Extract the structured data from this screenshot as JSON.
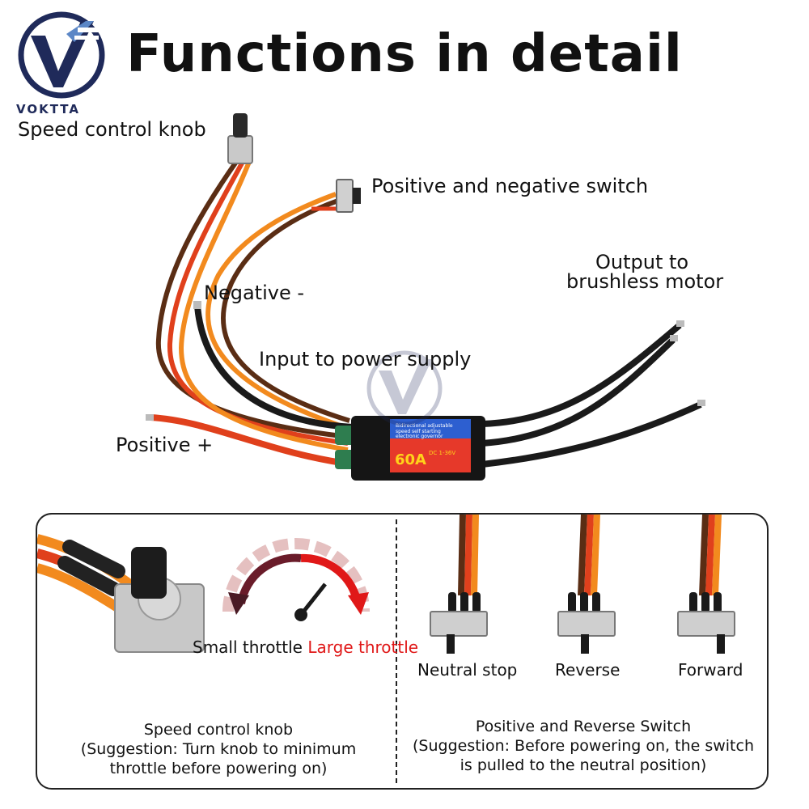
{
  "brand": {
    "name": "VOKTTA",
    "accent": "#1f2a5a"
  },
  "title": "Functions in detail",
  "labels": {
    "speed_knob": "Speed control knob",
    "pn_switch": "Positive and negative switch",
    "output_line1": "Output to",
    "output_line2": "brushless motor",
    "negative": "Negative -",
    "input_power": "Input to power supply",
    "positive": "Positive +"
  },
  "esc": {
    "rating": "60A",
    "text_line1": "Bidirectional adjustable",
    "text_line2": "speed self starting",
    "text_line3": "electronic governor",
    "voltage": "DC 1-36V"
  },
  "panel_left": {
    "small_throttle": "Small throttle",
    "large_throttle": "Large throttle",
    "caption_line1": "Speed control knob",
    "caption_line2": "(Suggestion: Turn knob to minimum",
    "caption_line3": "throttle before powering on)"
  },
  "panel_right": {
    "states": [
      "Neutral stop",
      "Reverse",
      "Forward"
    ],
    "caption_line1": "Positive and Reverse Switch",
    "caption_line2": "(Suggestion: Before powering on, the switch",
    "caption_line3": "is pulled to the neutral position)"
  },
  "colors": {
    "wire_orange": "#f28a1e",
    "wire_red": "#e0401c",
    "wire_brown": "#5a2d14",
    "wire_black": "#1a1a1a",
    "throttle_red": "#e01818"
  }
}
